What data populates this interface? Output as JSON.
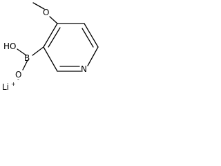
{
  "molecule": {
    "atoms": {
      "methoxy_oxygen": "O",
      "hydroxyl": "HO",
      "boron": "B",
      "oxide_oxygen": "O",
      "oxide_charge": "-",
      "ring_nitrogen": "N",
      "counter_ion": "Li",
      "counter_ion_charge": "+"
    }
  }
}
